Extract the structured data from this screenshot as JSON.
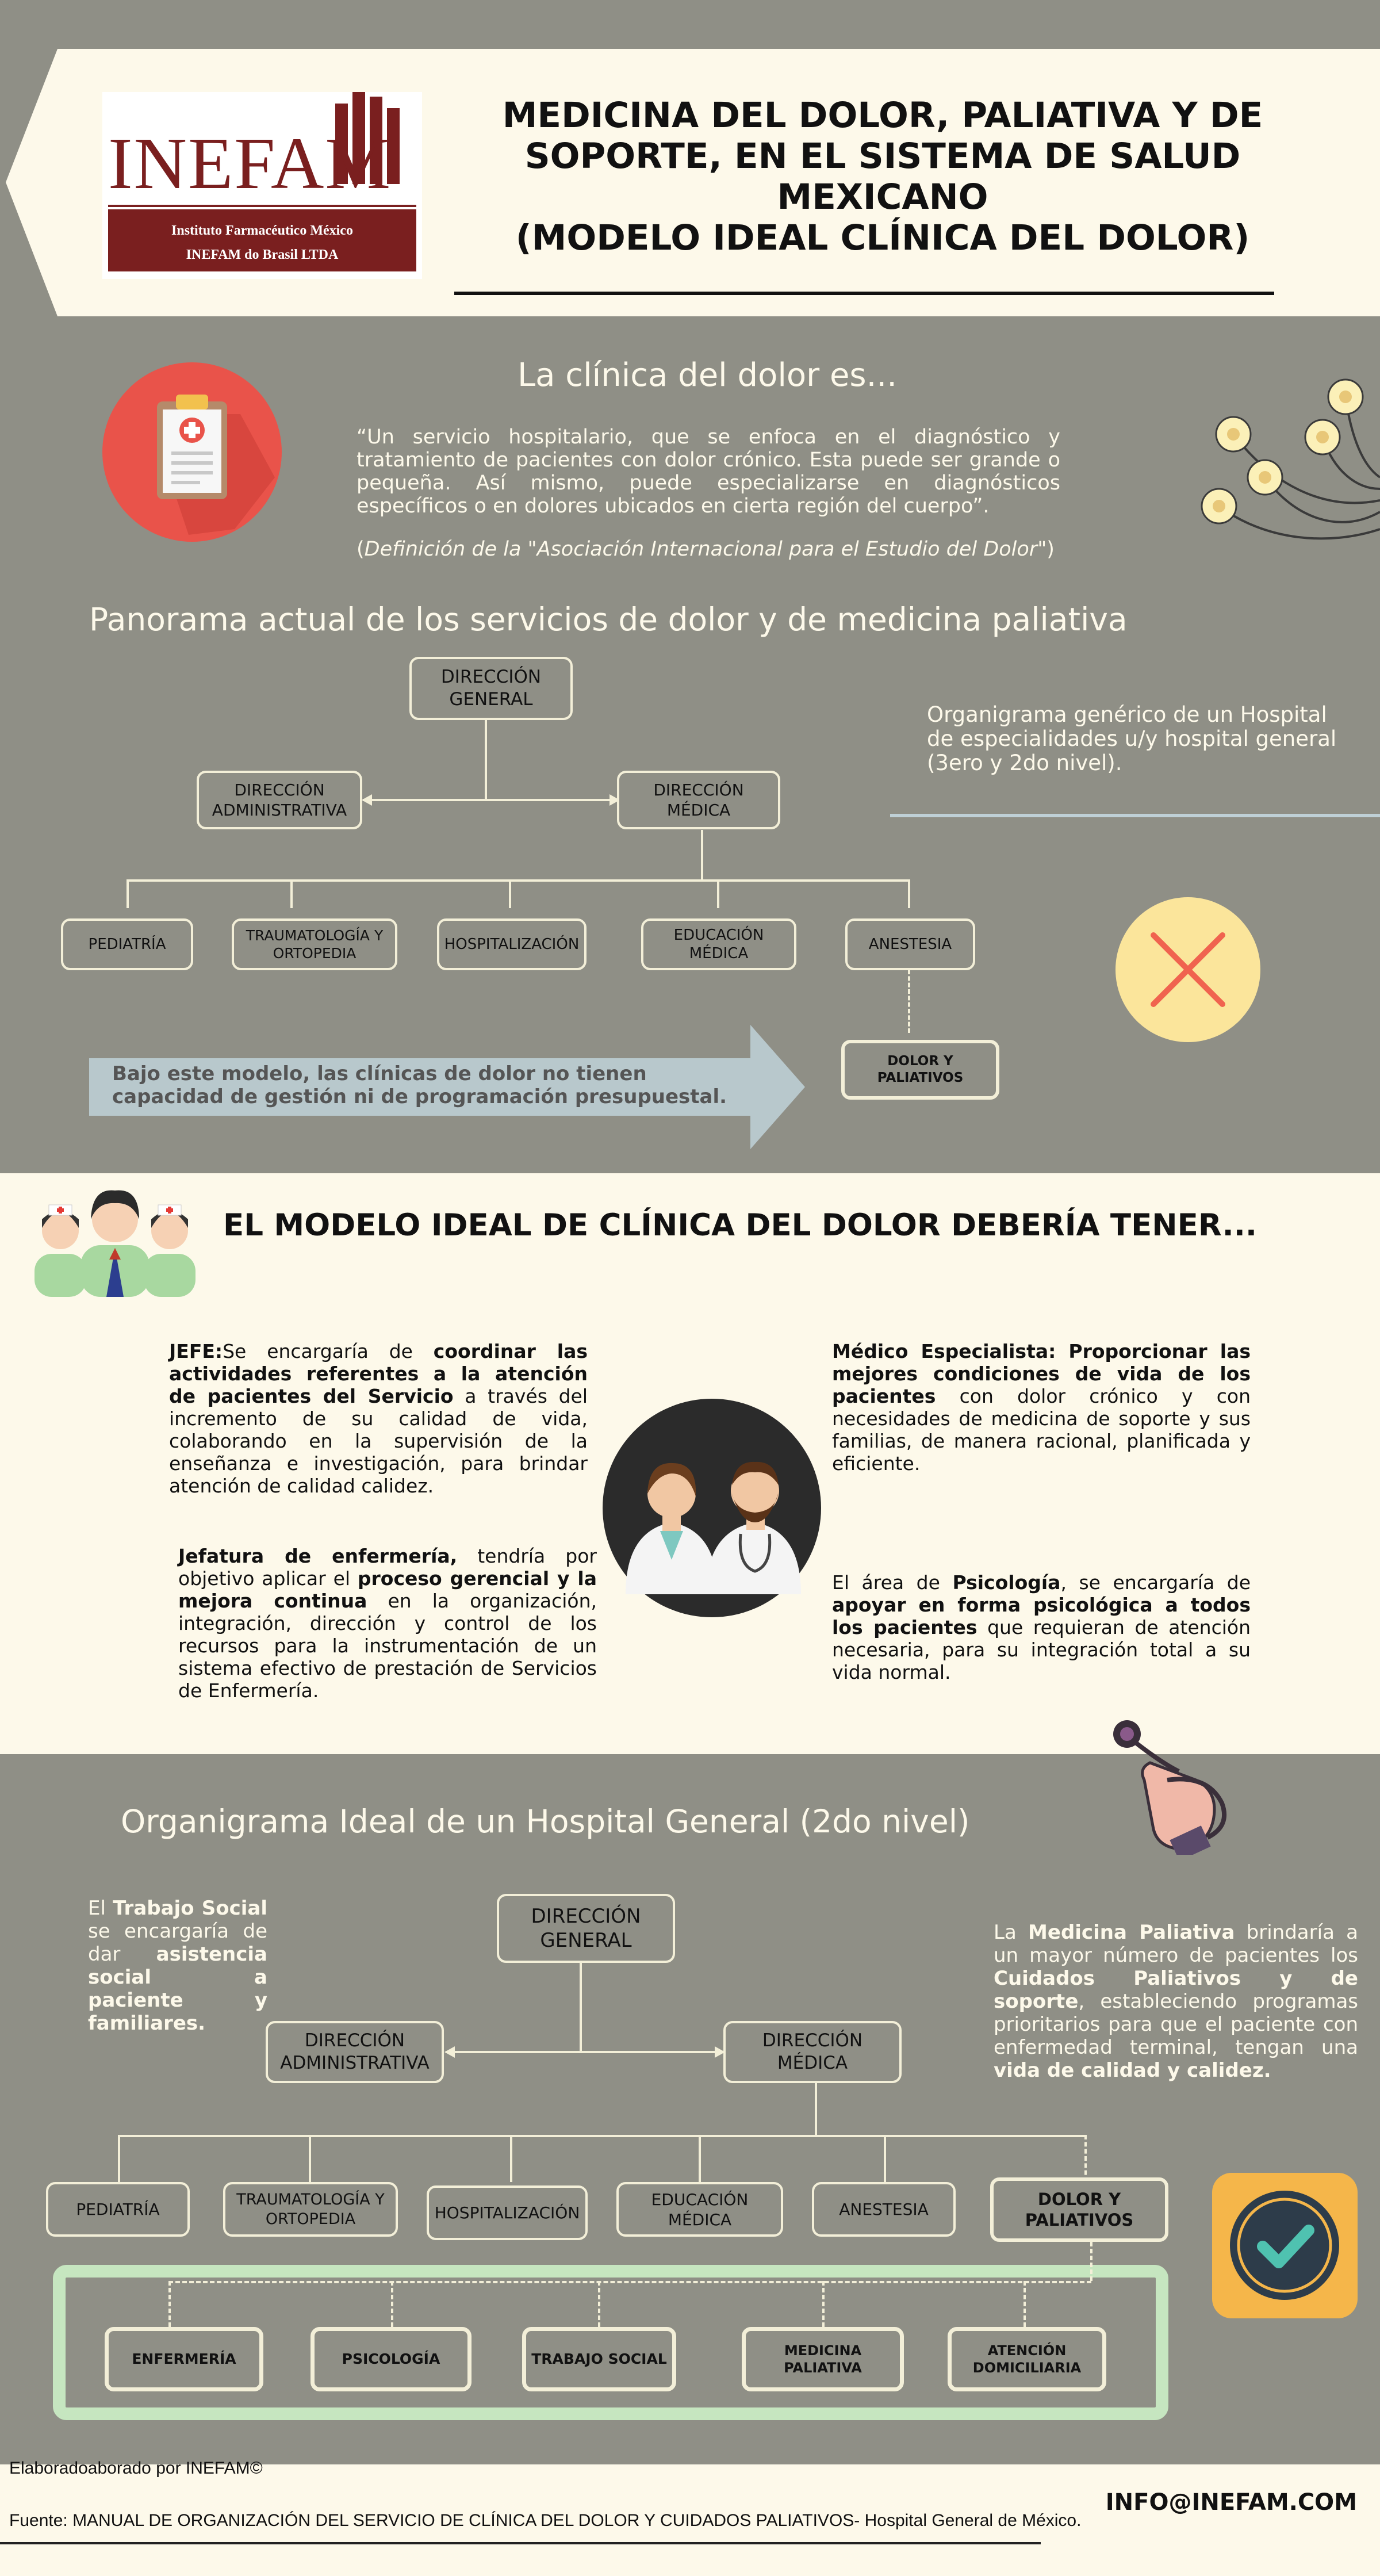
{
  "header": {
    "logo_word": "INEFAM",
    "logo_line1": "Instituto Farmacéutico México",
    "logo_line2": "INEFAM do Brasil LTDA",
    "title_lines": [
      "MEDICINA DEL DOLOR, PALIATIVA Y DE",
      "SOPORTE, EN EL SISTEMA DE SALUD",
      "MEXICANO",
      "(MODELO IDEAL CLÍNICA DEL DOLOR)"
    ]
  },
  "definition": {
    "heading": "La clínica del dolor es...",
    "quote": "“Un servicio hospitalario, que se enfoca en el diagnóstico y tratamiento de pacientes con dolor crónico. Esta puede ser grande o pequeña. Así mismo, puede especializarse en diagnósticos específicos o en dolores ubicados en cierta región del cuerpo”.",
    "source_open": "(",
    "source_italic": "Definición de la \"Asociación Internacional para el Estudio del Dolor\"",
    "source_close": ")"
  },
  "panorama": {
    "heading": "Panorama actual de los servicios de dolor y de medicina paliativa",
    "side_note": "Organigrama genérico de un Hospital de especialidades u/y hospital general (3ero y 2do nivel).",
    "boxes": {
      "dg": "DIRECCIÓN GENERAL",
      "da": "DIRECCIÓN ADMINISTRATIVA",
      "dm": "DIRECCIÓN MÉDICA",
      "ped": "PEDIATRÍA",
      "trau": "TRAUMATOLOGÍA Y ORTOPEDIA",
      "hosp": "HOSPITALIZACIÓN",
      "edu": "EDUCACIÓN MÉDICA",
      "anes": "ANESTESIA",
      "dolor": "DOLOR Y PALIATIVOS"
    },
    "arrow_text": "Bajo este modelo, las clínicas de dolor no tienen capacidad de gestión ni de programación presupuestal."
  },
  "ideal": {
    "heading": "EL MODELO IDEAL DE CLÍNICA DEL DOLOR DEBERÍA TENER...",
    "jefe": {
      "b1": "JEFE:",
      "t1": "Se encargaría de ",
      "b2": "coordinar las actividades referentes a la atención de pacientes del Servicio",
      "t2": " a través del incremento de su calidad de vida, colaborando en la supervisión de la enseñanza e investigación, para brindar atención de calidad calidez."
    },
    "enfermeria": {
      "b1": "Jefatura de enfermería,",
      "t1": " tendría por objetivo aplicar el ",
      "b2": "proceso gerencial y la mejora continua",
      "t2": " en la organización, integración, dirección y control de los recursos para la instrumentación de un sistema efectivo de prestación de Servicios de Enfermería."
    },
    "medico": {
      "b1": "Médico Especialista: Proporcionar las mejores condiciones de vida de los pacientes",
      "t1": " con dolor crónico y con necesidades de medicina de soporte y sus familias, de manera racional, planificada y eficiente."
    },
    "psicologia": {
      "t0": "El área de ",
      "b1": "Psicología",
      "t1": ", se encargaría de ",
      "b2": "apoyar en forma psicológica a todos los pacientes",
      "t2": " que requieran de atención necesaria, para su integración total a su vida normal."
    }
  },
  "organigrama2": {
    "heading": "Organigrama Ideal de un Hospital General (2do nivel)",
    "trabajo_social": {
      "t0": "El ",
      "b1": "Trabajo Social",
      "t1": " se encargaría de dar ",
      "b2": "asistencia social a paciente y familiares."
    },
    "paliativa": {
      "t0": "La ",
      "b1": "Medicina Paliativa",
      "t1": " brindaría a un mayor número de pacientes los ",
      "b2": "Cuidados Paliativos y de soporte",
      "t2": ", estableciendo programas prioritarios para que el paciente con enfermedad terminal, tengan una ",
      "b3": "vida de calidad y calidez."
    },
    "boxes": {
      "dg": "DIRECCIÓN GENERAL",
      "da": "DIRECCIÓN ADMINISTRATIVA",
      "dm": "DIRECCIÓN MÉDICA",
      "ped": "PEDIATRÍA",
      "trau": "TRAUMATOLOGÍA Y ORTOPEDIA",
      "hosp": "HOSPITALIZACIÓN",
      "edu": "EDUCACIÓN MÉDICA",
      "anes": "ANESTESIA",
      "dolor": "DOLOR Y PALIATIVOS",
      "enf": "ENFERMERÍA",
      "psi": "PSICOLOGÍA",
      "ts": "TRABAJO SOCIAL",
      "mp": "MEDICINA PALIATIVA",
      "ad": "ATENCIÓN DOMICILIARIA"
    }
  },
  "footer": {
    "credit": "Elaboradoaborado por INEFAM©",
    "source": "Fuente: MANUAL DE ORGANIZACIÓN DEL SERVICIO DE CLÍNICA DEL DOLOR Y CUIDADOS PALIATIVOS- Hospital General de México.",
    "email": "INFO@INEFAM.COM"
  },
  "colors": {
    "band_grey": "#8f8f86",
    "cream": "#fdf9ea",
    "brand_red": "#7a1f1f",
    "arrow_blue": "#b8c8cc",
    "green_frame": "#c6e6c0"
  },
  "icons": [
    "clipboard-icon",
    "flowers-icon",
    "cross-mark-icon",
    "medical-team-icon",
    "doctors-icon",
    "hand-stethoscope-icon",
    "checkmark-icon"
  ]
}
